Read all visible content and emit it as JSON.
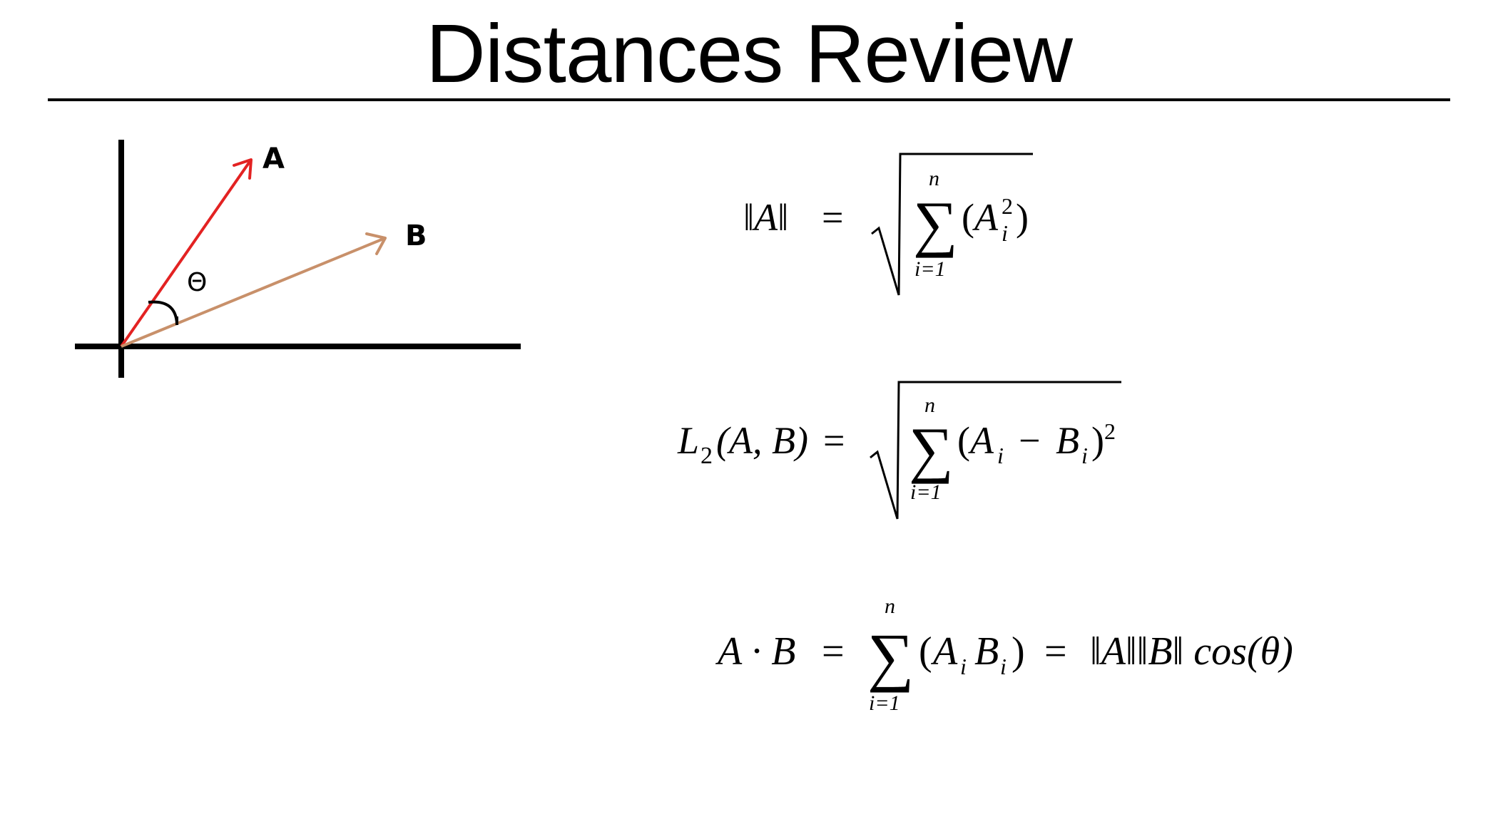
{
  "slide": {
    "title": "Distances Review"
  },
  "diagram": {
    "vector_a_label": "A",
    "vector_b_label": "B",
    "angle_label": "Θ",
    "colors": {
      "axes": "#000000",
      "vector_a": "#e32222",
      "vector_b": "#c8906a"
    }
  },
  "formulas": {
    "norm": {
      "lhs": "‖A‖",
      "equals": "=",
      "sum_symbol": "∑",
      "upper_limit": "n",
      "lower_limit": "i=1",
      "open_paren": "(",
      "base": "A",
      "subscript": "i",
      "superscript": "2",
      "close_paren": ")"
    },
    "l2_distance": {
      "lhs_base": "L",
      "lhs_subscript": "2",
      "lhs_args": "(A, B)",
      "equals": "=",
      "sum_symbol": "∑",
      "upper_limit": "n",
      "lower_limit": "i=1",
      "open_paren": "(",
      "term_a": "A",
      "term_a_subscript": "i",
      "minus": "−",
      "term_b": "B",
      "term_b_subscript": "i",
      "close_paren": ")",
      "exponent": "2"
    },
    "dot_product": {
      "lhs": "A · B",
      "equals": "=",
      "sum_symbol": "∑",
      "upper_limit": "n",
      "lower_limit": "i=1",
      "open_paren": "(",
      "term_a": "A",
      "term_a_subscript": "i",
      "term_b": "B",
      "term_b_subscript": "i",
      "close_paren": ")",
      "equals2": "=",
      "rhs": "‖A‖‖B‖ cos(θ)"
    }
  }
}
